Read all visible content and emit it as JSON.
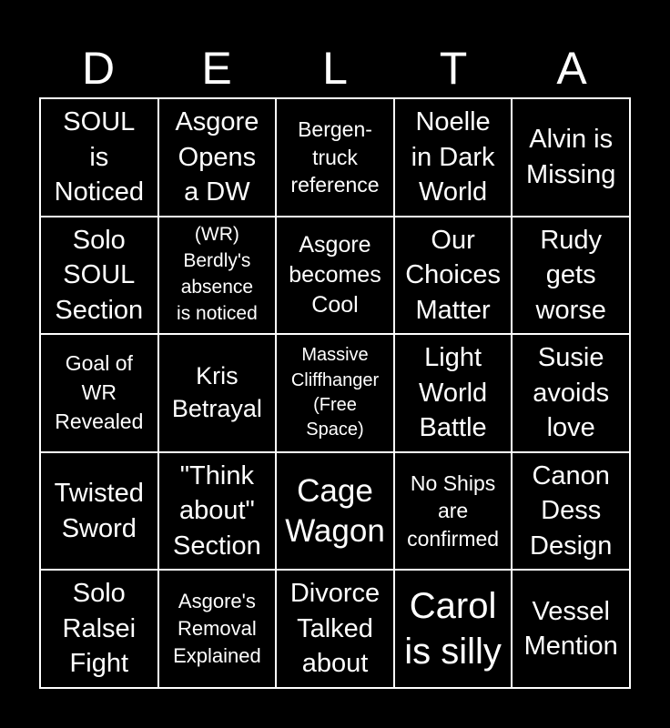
{
  "header": [
    "D",
    "E",
    "L",
    "T",
    "A"
  ],
  "cells": [
    "SOUL\nis\nNoticed",
    "Asgore\nOpens\na DW",
    "Bergen-\ntruck\nreference",
    "Noelle\nin Dark\nWorld",
    "Alvin is\nMissing",
    "Solo\nSOUL\nSection",
    "(WR)\nBerdly's\nabsence\nis noticed",
    "Asgore\nbecomes\nCool",
    "Our\nChoices\nMatter",
    "Rudy\ngets\nworse",
    "Goal of\nWR\nRevealed",
    "Kris\nBetrayal",
    "Massive\nCliffhanger\n(Free\nSpace)",
    "Light\nWorld\nBattle",
    "Susie\navoids\nlove",
    "Twisted\nSword",
    "\"Think\nabout\"\nSection",
    "Cage\nWagon",
    "No Ships\nare\nconfirmed",
    "Canon\nDess\nDesign",
    "Solo\nRalsei\nFight",
    "Asgore's\nRemoval\nExplained",
    "Divorce\nTalked\nabout",
    "Carol\nis silly",
    "Vessel\nMention"
  ]
}
